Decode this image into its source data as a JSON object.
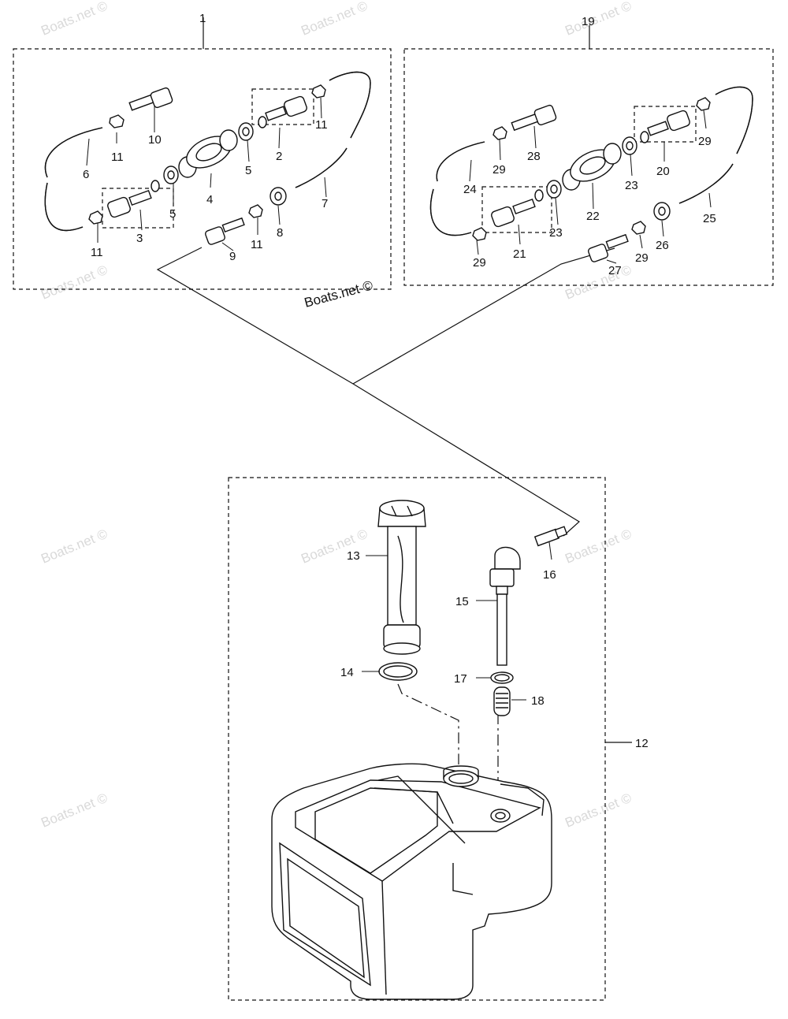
{
  "watermark_text": "Boats.net ©",
  "copyright_text": "Boats.net ©",
  "labels": {
    "p1": "1",
    "p2": "2",
    "p3": "3",
    "p4": "4",
    "p5a": "5",
    "p5b": "5",
    "p6": "6",
    "p7": "7",
    "p8": "8",
    "p9": "9",
    "p10": "10",
    "p11a": "11",
    "p11b": "11",
    "p11c": "11",
    "p11d": "11",
    "p12": "12",
    "p13": "13",
    "p14": "14",
    "p15": "15",
    "p16": "16",
    "p17": "17",
    "p18": "18",
    "p19": "19",
    "p20": "20",
    "p21": "21",
    "p22": "22",
    "p23a": "23",
    "p23b": "23",
    "p24": "24",
    "p25": "25",
    "p26": "26",
    "p27": "27",
    "p28": "28",
    "p29a": "29",
    "p29b": "29",
    "p29c": "29",
    "p29d": "29"
  },
  "colors": {
    "line": "#111111",
    "fill": "#ffffff",
    "watermark": "#d9d9d9"
  }
}
